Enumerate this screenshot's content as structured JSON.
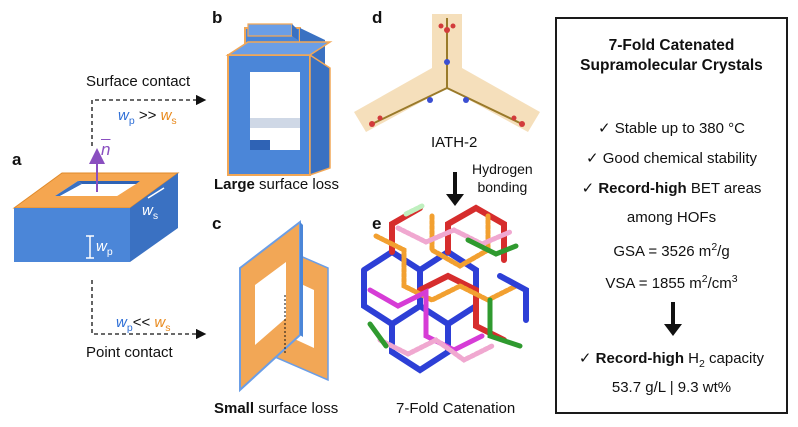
{
  "panels": {
    "a": "a",
    "b": "b",
    "c": "c",
    "d": "d",
    "e": "e"
  },
  "panel_a": {
    "normal_vector": "n",
    "ws_label_main": "w",
    "ws_label_sub": "s",
    "wp_label_main": "w",
    "wp_label_sub": "p"
  },
  "top_path": {
    "label": "Surface contact",
    "relation_left_main": "w",
    "relation_left_sub": "p",
    "relation_op": ">>",
    "relation_right_main": "w",
    "relation_right_sub": "s"
  },
  "bottom_path": {
    "label": "Point contact",
    "relation_left_main": "w",
    "relation_left_sub": "p",
    "relation_op": "<<",
    "relation_right_main": "w",
    "relation_right_sub": "s"
  },
  "panel_b": {
    "caption_bold": "Large",
    "caption_rest": " surface loss"
  },
  "panel_c": {
    "caption_bold": "Small",
    "caption_rest": " surface loss"
  },
  "panel_d": {
    "molecule_label": "IATH-2",
    "arrow_label_line1": "Hydrogen",
    "arrow_label_line2": "bonding"
  },
  "panel_e": {
    "caption": "7-Fold Catenation"
  },
  "summary_box": {
    "title_line1": "7-Fold Catenated",
    "title_line2": "Supramolecular Crystals",
    "check": "✓",
    "item1": "Stable up to 380 °C",
    "item2": "Good chemical stability",
    "item3_bold": "Record-high",
    "item3_rest": " BET areas",
    "item3_line2": "among HOFs",
    "gsa_text": "GSA = 3526 m",
    "gsa_sup": "2",
    "gsa_unit": "/g",
    "vsa_text": "VSA = 1855 m",
    "vsa_sup": "2",
    "vsa_unit": "/cm",
    "vsa_sup2": "3",
    "item4_bold": "Record-high",
    "item4_pre": " H",
    "item4_sub": "2",
    "item4_rest": " capacity",
    "capacity": "53.7 g/L  | 9.3 wt%"
  },
  "colors": {
    "blue": "#4b86d8",
    "blue_dark": "#2f5fa8",
    "orange": "#f2a756",
    "orange_edge": "#e08a2a",
    "purple": "#8a4fc0"
  }
}
